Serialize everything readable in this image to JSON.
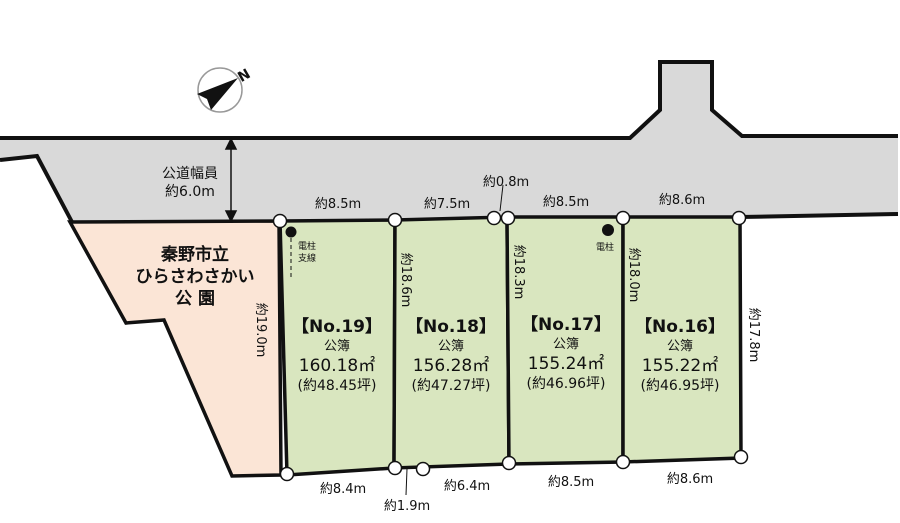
{
  "compass": {
    "label": "N"
  },
  "road": {
    "label": "公道幅員",
    "width": "約6.0m"
  },
  "park": {
    "line1": "秦野市立",
    "line2": "ひらさわさかい",
    "line3": "公 園"
  },
  "pole_labels": {
    "pole_stay": [
      "電柱",
      "支線"
    ],
    "pole": "電柱"
  },
  "lots": [
    {
      "no": "【No.19】",
      "kind": "公簿",
      "area": "160.18㎡",
      "tsubo": "(約48.45坪)"
    },
    {
      "no": "【No.18】",
      "kind": "公簿",
      "area": "156.28㎡",
      "tsubo": "(約47.27坪)"
    },
    {
      "no": "【No.17】",
      "kind": "公簿",
      "area": "155.24㎡",
      "tsubo": "(約46.96坪)"
    },
    {
      "no": "【No.16】",
      "kind": "公簿",
      "area": "155.22㎡",
      "tsubo": "(約46.95坪)"
    }
  ],
  "dims": {
    "top": [
      "約8.5m",
      "約7.5m",
      "約0.8m",
      "約8.5m",
      "約8.6m"
    ],
    "bottom": [
      "約8.4m",
      "約1.9m",
      "約6.4m",
      "約8.5m",
      "約8.6m"
    ],
    "side": [
      "約19.0m",
      "約18.6m",
      "約18.3m",
      "約18.0m",
      "約17.8m"
    ]
  },
  "colors": {
    "road": "#d9d9d9",
    "park": "#fbe5d6",
    "lot": "#d9e6bf"
  }
}
